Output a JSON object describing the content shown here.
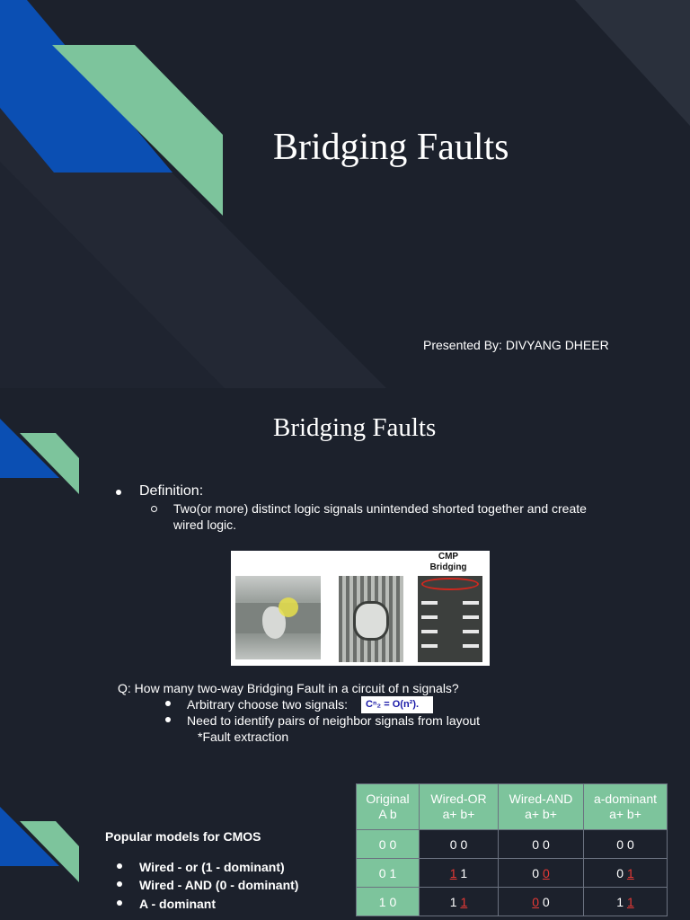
{
  "slide1": {
    "title": "Bridging Faults",
    "presenter": "Presented By: DIVYANG DHEER"
  },
  "slide2": {
    "title": "Bridging Faults",
    "definition_label": "Definition:",
    "definition_line1": "Two(or more) distinct logic signals unintended shorted together and create",
    "definition_line2": "wired logic.",
    "figure_label": "CMP Bridging",
    "question": "Q: How many two-way Bridging Fault in a circuit of n signals?",
    "bullet1": "Arbitrary choose two signals:",
    "formula": "Cⁿ₂ = O(n²).",
    "bullet2": "Need to identify pairs of neighbor signals from layout",
    "bullet3": "*Fault extraction"
  },
  "slide3": {
    "heading": "Popular models for CMOS",
    "models": [
      "Wired - or (1 - dominant)",
      "Wired - AND (0 - dominant)",
      "A - dominant"
    ],
    "table": {
      "headers": [
        [
          "Original",
          "A b"
        ],
        [
          "Wired-OR",
          "a+ b+"
        ],
        [
          "Wired-AND",
          "a+ b+"
        ],
        [
          "a-dominant",
          "a+ b+"
        ]
      ],
      "rows": [
        [
          "0 0",
          "0 0",
          "0 0",
          "0 0"
        ],
        [
          "0 1",
          "1 1",
          "0 0",
          "0 1"
        ],
        [
          "1 0",
          "1 1",
          "0 0",
          "1 1"
        ]
      ]
    }
  },
  "colors": {
    "background": "#1c212c",
    "accent_blue": "#0b4fb3",
    "accent_green": "#7dc49c",
    "highlight_red": "#e53935"
  }
}
